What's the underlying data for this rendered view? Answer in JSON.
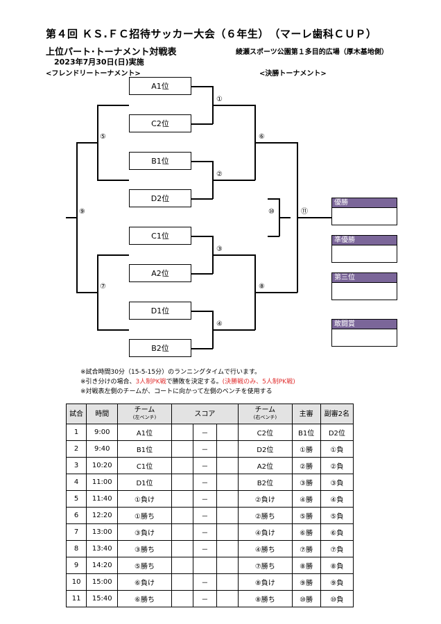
{
  "header": {
    "title": "第４回 ＫＳ.ＦＣ招待サッカー大会（６年生）　（マーレ歯科ＣＵＰ）",
    "subtitle": "上位パート･トーナメント対戦表",
    "venue": "綾瀬スポーツ公園第１多目的広場（厚木基地側）",
    "date": "2023年7月30日(日)実施",
    "friendly_label": "<フレンドリートーナメント>",
    "final_label": "<決勝トーナメント>"
  },
  "bracket": {
    "teams": [
      "A1位",
      "C2位",
      "B1位",
      "D2位",
      "C1位",
      "A2位",
      "D1位",
      "B2位"
    ],
    "match_numbers": [
      "①",
      "②",
      "③",
      "④",
      "⑤",
      "⑥",
      "⑦",
      "⑧",
      "⑨",
      "⑩",
      "⑪"
    ]
  },
  "awards": [
    "優勝",
    "準優勝",
    "第三位",
    "敢闘賞"
  ],
  "notes": {
    "line1": "※試合時間30分（15-5-15分）のランニングタイムで行います。",
    "line2_a": "※引き分けの場合、",
    "line2_b": "3人制PK戦",
    "line2_c": "で勝敗を決定する。",
    "line2_d": "(決勝戦のみ、5人制PK戦)",
    "line3": "※対戦表左側のチームが、コートに向かって左側のベンチを使用する"
  },
  "schedule": {
    "headers": {
      "match": "試合",
      "time": "時間",
      "team_left": "チーム",
      "team_left_sub": "(左ベンチ)",
      "score": "スコア",
      "team_right": "チーム",
      "team_right_sub": "(右ベンチ)",
      "referee": "主審",
      "assistants": "副審2名"
    },
    "rows": [
      {
        "no": "1",
        "time": "9:00",
        "left": "A1位",
        "sep": "－",
        "right": "C2位",
        "ref": "B1位",
        "ast": "D2位"
      },
      {
        "no": "2",
        "time": "9:40",
        "left": "B1位",
        "sep": "－",
        "right": "D2位",
        "ref": "①勝",
        "ast": "①負"
      },
      {
        "no": "3",
        "time": "10:20",
        "left": "C1位",
        "sep": "－",
        "right": "A2位",
        "ref": "②勝",
        "ast": "②負"
      },
      {
        "no": "4",
        "time": "11:00",
        "left": "D1位",
        "sep": "－",
        "right": "B2位",
        "ref": "③勝",
        "ast": "③負"
      },
      {
        "no": "5",
        "time": "11:40",
        "left": "①負け",
        "sep": "－",
        "right": "②負け",
        "ref": "④勝",
        "ast": "④負"
      },
      {
        "no": "6",
        "time": "12:20",
        "left": "①勝ち",
        "sep": "－",
        "right": "②勝ち",
        "ref": "⑤勝",
        "ast": "⑤負"
      },
      {
        "no": "7",
        "time": "13:00",
        "left": "③負け",
        "sep": "－",
        "right": "④負け",
        "ref": "⑥勝",
        "ast": "⑥負"
      },
      {
        "no": "8",
        "time": "13:40",
        "left": "③勝ち",
        "sep": "－",
        "right": "④勝ち",
        "ref": "⑦勝",
        "ast": "⑦負"
      },
      {
        "no": "9",
        "time": "14:20",
        "left": "⑤勝ち",
        "sep": "",
        "right": "⑦勝ち",
        "ref": "⑧勝",
        "ast": "⑧負"
      },
      {
        "no": "10",
        "time": "15:00",
        "left": "⑥負け",
        "sep": "－",
        "right": "⑧負け",
        "ref": "⑨勝",
        "ast": "⑨負"
      },
      {
        "no": "11",
        "time": "15:40",
        "left": "⑥勝ち",
        "sep": "－",
        "right": "⑧勝ち",
        "ref": "⑩勝",
        "ast": "⑩負"
      }
    ]
  }
}
